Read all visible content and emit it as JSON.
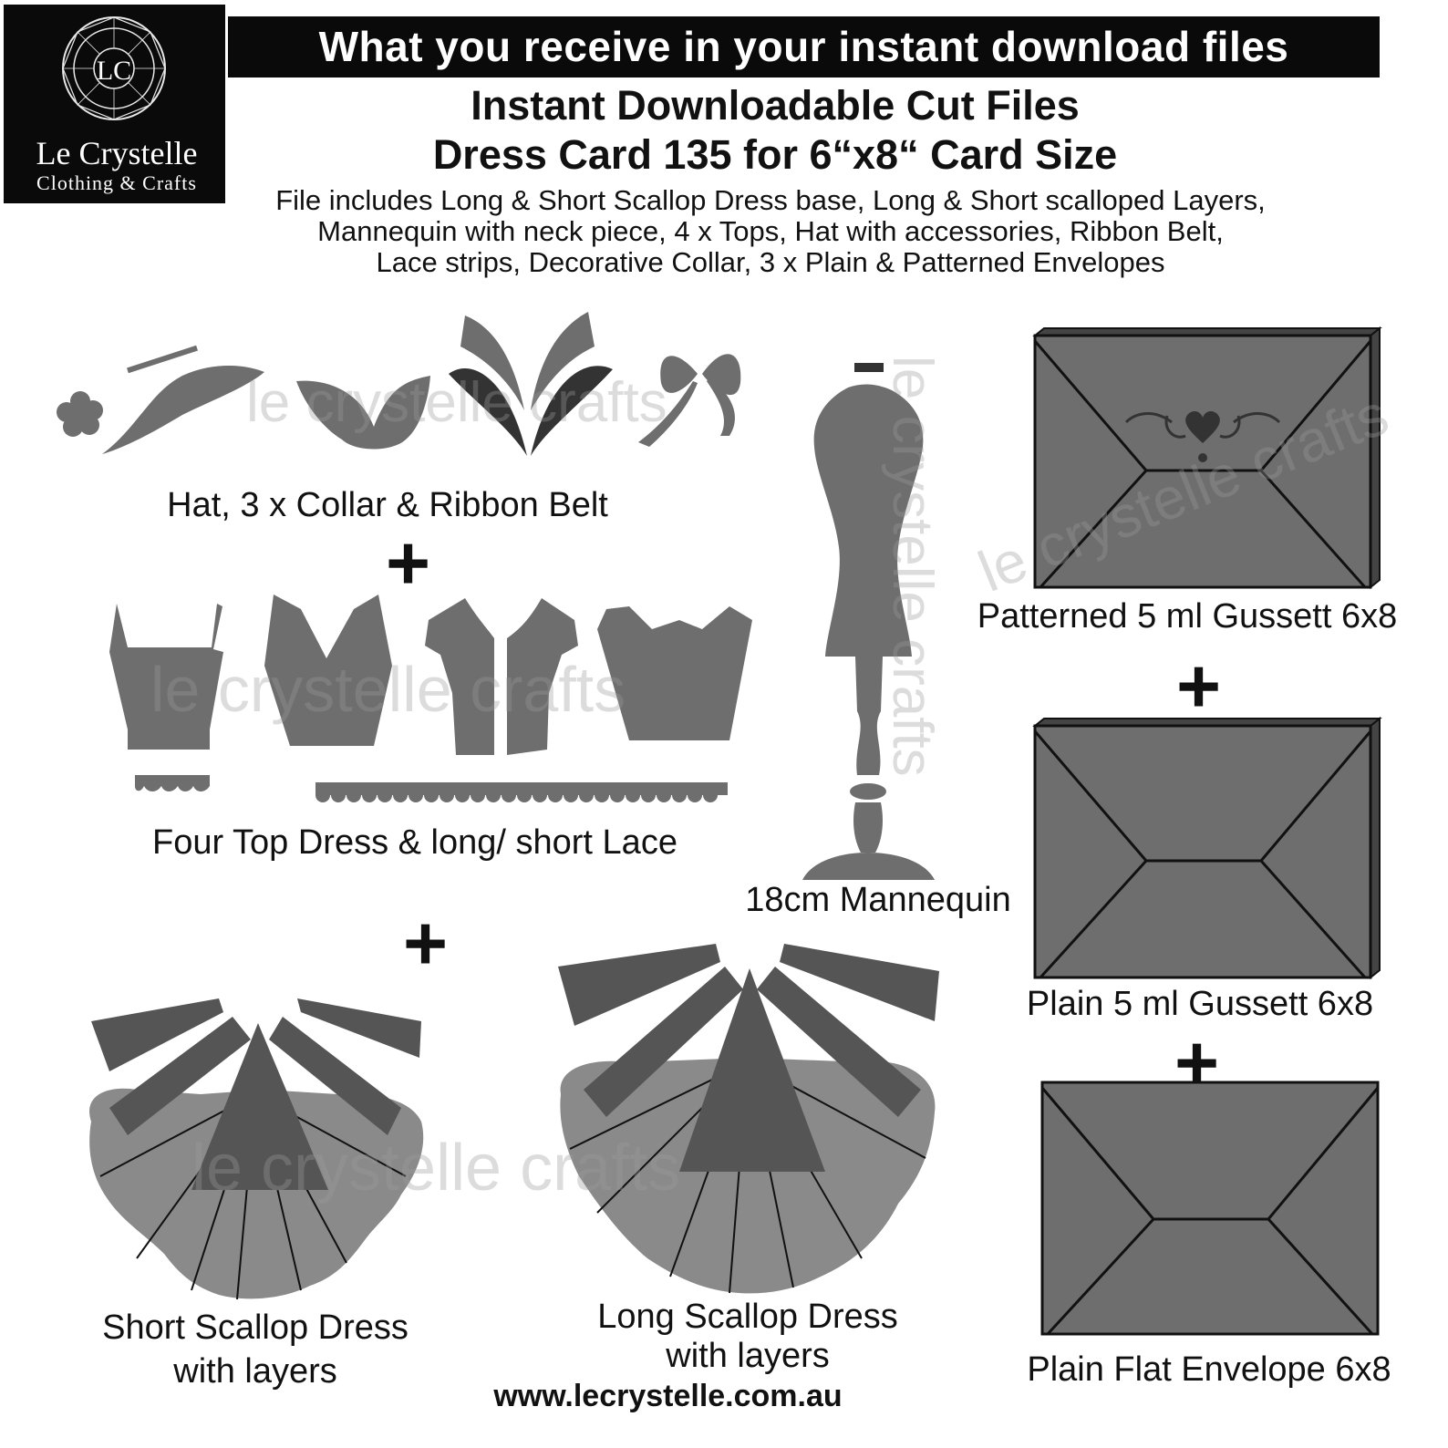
{
  "brand": {
    "monogram": "LC",
    "name": "Le Crystelle",
    "tagline": "Clothing & Crafts"
  },
  "banner": "What you receive in your instant download files",
  "title_line1": "Instant Downloadable Cut Files",
  "title_line2": "Dress Card 135 for 6“x8“ Card Size",
  "description": [
    "File includes Long & Short Scallop Dress base, Long & Short scalloped Layers,",
    "Mannequin with neck piece, 4 x Tops, Hat with accessories, Ribbon Belt,",
    "Lace strips, Decorative Collar, 3 x Plain & Patterned Envelopes"
  ],
  "labels": {
    "hat_collar": "Hat, 3 x Collar & Ribbon Belt",
    "tops": "Four Top Dress & long/ short Lace",
    "mannequin": "18cm Mannequin",
    "short_dress_1": "Short Scallop Dress",
    "short_dress_2": "with layers",
    "long_dress_1": "Long Scallop Dress",
    "long_dress_2": "with layers",
    "env_patterned": "Patterned 5 ml Gussett 6x8",
    "env_plain": "Plain 5 ml Gussett 6x8",
    "env_flat": "Plain Flat Envelope 6x8"
  },
  "plus_sign": "+",
  "watermark": "le crystelle crafts",
  "website": "www.lecrystelle.com.au",
  "colors": {
    "dark_grey": "#555555",
    "mid_grey": "#6e6e6e",
    "light_grey": "#8a8a8a",
    "black": "#0a0a0a"
  }
}
